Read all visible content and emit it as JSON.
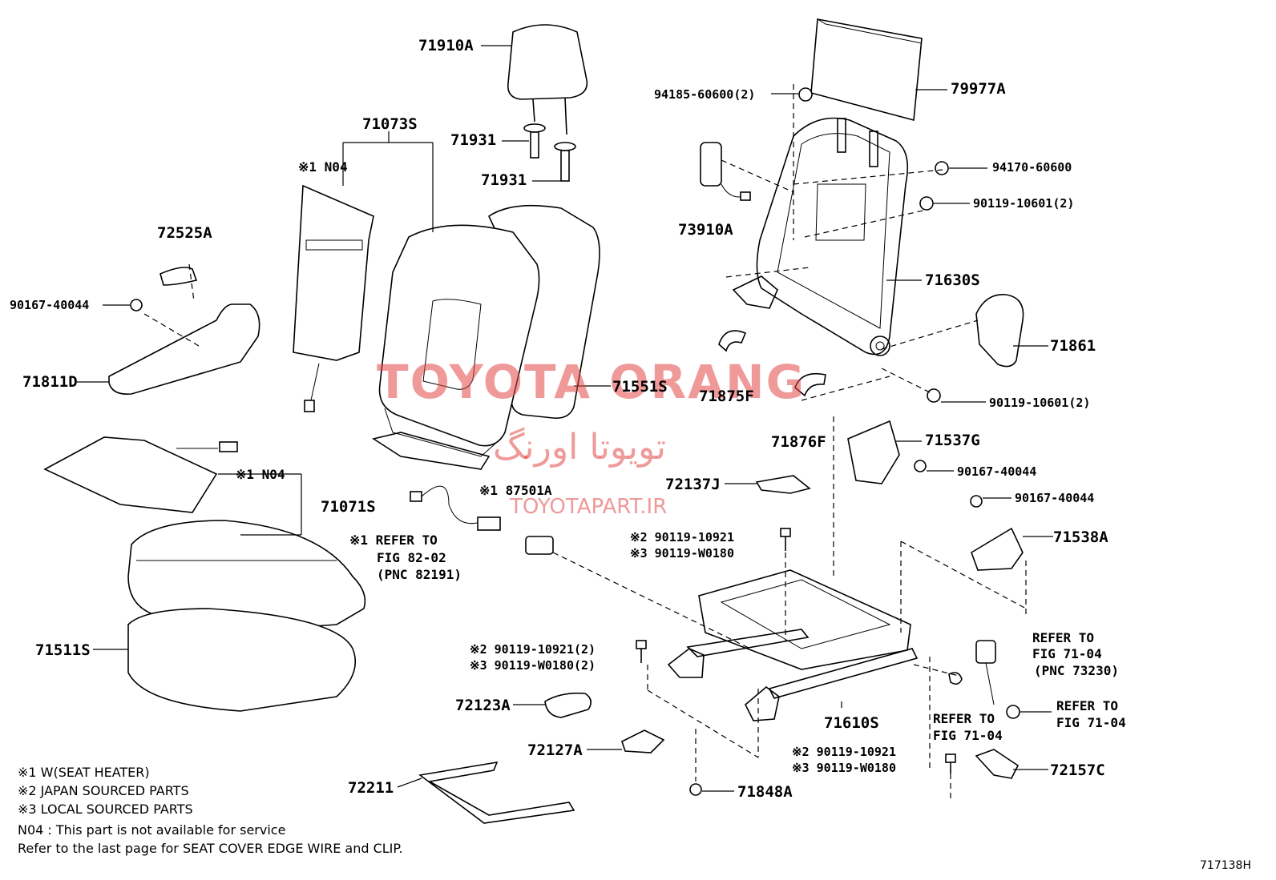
{
  "watermark": {
    "main": "TOYOTA ORANG",
    "persian": "تویوتا اورنگ",
    "url": "TOYOTAPART.IR"
  },
  "figure_id": "717138H",
  "parts": {
    "p71910A": "71910A",
    "p71073S": "71073S",
    "p71931_a": "71931",
    "p71931_b": "71931",
    "p79977A": "79977A",
    "p94185": "94185-60600(2)",
    "p94170": "94170-60600",
    "p90119_10601_top": "90119-10601(2)",
    "p73910A": "73910A",
    "p71630S": "71630S",
    "p71861": "71861",
    "p90119_10601_bot": "90119-10601(2)",
    "p71875F": "71875F",
    "p71876F": "71876F",
    "p71537G": "71537G",
    "p90167_40044_r1": "90167-40044",
    "p90167_40044_r2": "90167-40044",
    "p71538A": "71538A",
    "p72137J": "72137J",
    "n04_top": "※1 N04",
    "p72525A": "72525A",
    "p90167_40044_l": "90167-40044",
    "p71811D": "71811D",
    "p71551S": "71551S",
    "n04_mid": "※1 N04",
    "p71071S": "71071S",
    "p87501A": "※1 87501A",
    "refer82_1": "※1 REFER TO",
    "refer82_2": "FIG 82-02",
    "refer82_3": "(PNC 82191)",
    "c2_10921_a": "※2 90119-10921",
    "c3_W0180_a": "※3 90119-W0180",
    "p71511S": "71511S",
    "c2_10921_b": "※2 90119-10921(2)",
    "c3_W0180_b": "※3 90119-W0180(2)",
    "p72123A": "72123A",
    "p72127A": "72127A",
    "p72211": "72211",
    "p71610S": "71610S",
    "c2_10921_c": "※2 90119-10921",
    "c3_W0180_c": "※3 90119-W0180",
    "p71848A": "71848A",
    "p72157C": "72157C",
    "refer7104a_1": "REFER TO",
    "refer7104a_2": "FIG 71-04",
    "refer7104a_3": "(PNC 73230)",
    "refer7104b_1": "REFER TO",
    "refer7104b_2": "FIG 71-04",
    "refer7104c_1": "REFER TO",
    "refer7104c_2": "FIG 71-04"
  },
  "notes": {
    "n1": "※1 W(SEAT HEATER)",
    "n2": "※2 JAPAN SOURCED PARTS",
    "n3": "※3 LOCAL SOURCED PARTS",
    "n4": "N04 : This part is not available for service",
    "n5": "Refer to the last page for SEAT COVER EDGE WIRE and CLIP."
  }
}
